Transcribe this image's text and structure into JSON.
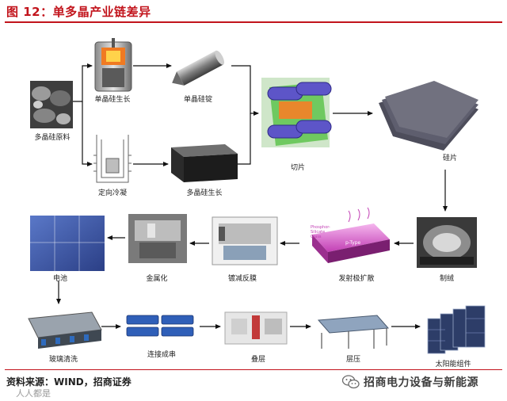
{
  "figure": {
    "title": "图 12：单多晶产业链差异"
  },
  "nodes": {
    "poly_raw": "多晶硅原料",
    "mono_grow": "单晶硅生长",
    "mono_ingot": "单晶硅锭",
    "directional": "定向冷凝",
    "multi_grow": "多晶硅生长",
    "slicing": "切片",
    "wafer": "硅片",
    "texturing": "制绒",
    "diffusion": "发射极扩散",
    "ar_coating": "镀减反膜",
    "metallization": "金属化",
    "cell": "电池",
    "glass_clean": "玻璃清洗",
    "stringing": "连接成串",
    "layup": "叠层",
    "lamination": "层压",
    "module": "太阳能组件"
  },
  "image_text": {
    "diffusion_phosphor": "Phosphor-Silicate Glass",
    "diffusion_ptype": "p-Type"
  },
  "footer": {
    "source": "资料来源：WIND，招商证券",
    "watermark_left": "人人都是",
    "watermark_right": "招商电力设备与新能源"
  },
  "colors": {
    "accent": "#c2141c",
    "arrow": "#111111"
  }
}
